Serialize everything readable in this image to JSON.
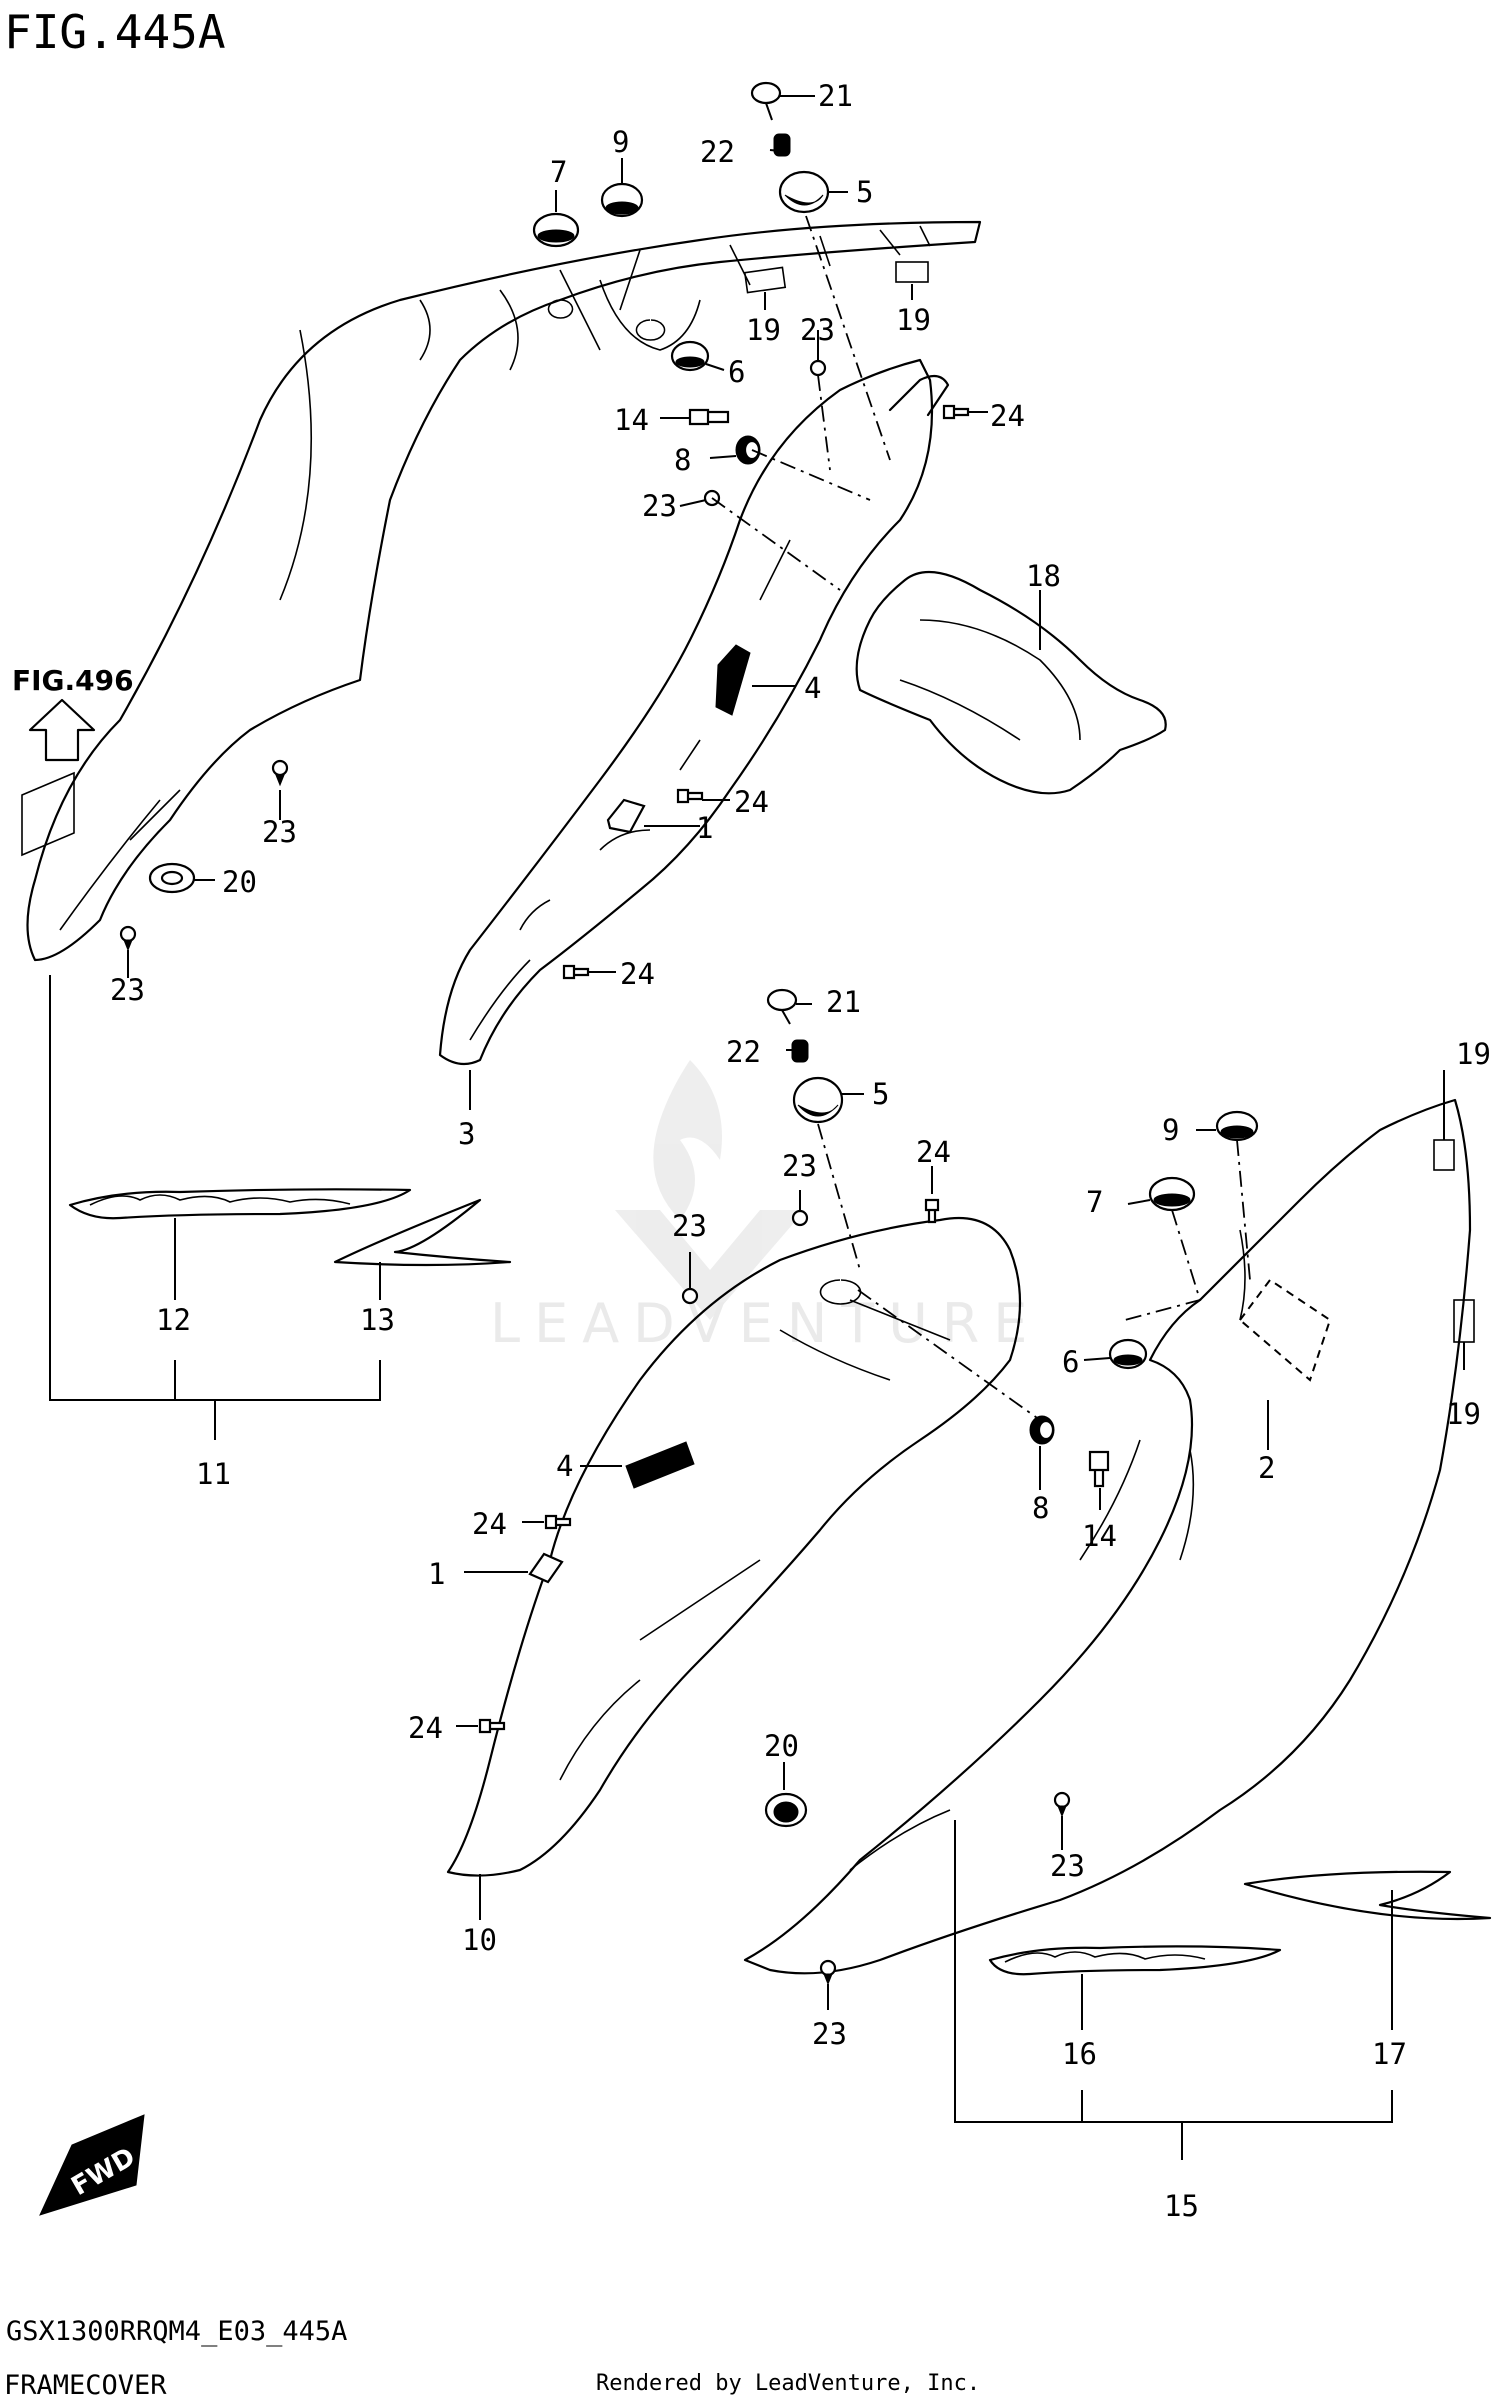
{
  "header": {
    "figure_title": "FIG.445A",
    "fig_ref": "FIG.496"
  },
  "footer": {
    "model_code": "GSX1300RRQM4_E03_445A",
    "section_name": "FRAMECOVER",
    "credit": "Rendered by LeadVenture, Inc."
  },
  "watermark": "LEADVENTURE",
  "badge": "FWD",
  "callouts": [
    {
      "id": "21a",
      "label": "21"
    },
    {
      "id": "22a",
      "label": "22"
    },
    {
      "id": "5a",
      "label": "5"
    },
    {
      "id": "7a",
      "label": "7"
    },
    {
      "id": "9a",
      "label": "9"
    },
    {
      "id": "19a",
      "label": "19"
    },
    {
      "id": "19b",
      "label": "19"
    },
    {
      "id": "23a",
      "label": "23"
    },
    {
      "id": "6a",
      "label": "6"
    },
    {
      "id": "24a",
      "label": "24"
    },
    {
      "id": "14a",
      "label": "14"
    },
    {
      "id": "8a",
      "label": "8"
    },
    {
      "id": "23b",
      "label": "23"
    },
    {
      "id": "18",
      "label": "18"
    },
    {
      "id": "4a",
      "label": "4"
    },
    {
      "id": "24b",
      "label": "24"
    },
    {
      "id": "1a",
      "label": "1"
    },
    {
      "id": "23c",
      "label": "23"
    },
    {
      "id": "20a",
      "label": "20"
    },
    {
      "id": "23d",
      "label": "23"
    },
    {
      "id": "24c",
      "label": "24"
    },
    {
      "id": "3",
      "label": "3"
    },
    {
      "id": "12",
      "label": "12"
    },
    {
      "id": "13",
      "label": "13"
    },
    {
      "id": "11",
      "label": "11"
    },
    {
      "id": "21b",
      "label": "21"
    },
    {
      "id": "22b",
      "label": "22"
    },
    {
      "id": "5b",
      "label": "5"
    },
    {
      "id": "23e",
      "label": "23"
    },
    {
      "id": "24d",
      "label": "24"
    },
    {
      "id": "23f",
      "label": "23"
    },
    {
      "id": "9b",
      "label": "9"
    },
    {
      "id": "7b",
      "label": "7"
    },
    {
      "id": "19c",
      "label": "19"
    },
    {
      "id": "6b",
      "label": "6"
    },
    {
      "id": "19d",
      "label": "19"
    },
    {
      "id": "2",
      "label": "2"
    },
    {
      "id": "8b",
      "label": "8"
    },
    {
      "id": "14b",
      "label": "14"
    },
    {
      "id": "4b",
      "label": "4"
    },
    {
      "id": "24e",
      "label": "24"
    },
    {
      "id": "1b",
      "label": "1"
    },
    {
      "id": "24f",
      "label": "24"
    },
    {
      "id": "20b",
      "label": "20"
    },
    {
      "id": "23g",
      "label": "23"
    },
    {
      "id": "10",
      "label": "10"
    },
    {
      "id": "23h",
      "label": "23"
    },
    {
      "id": "16",
      "label": "16"
    },
    {
      "id": "17",
      "label": "17"
    },
    {
      "id": "15",
      "label": "15"
    }
  ]
}
